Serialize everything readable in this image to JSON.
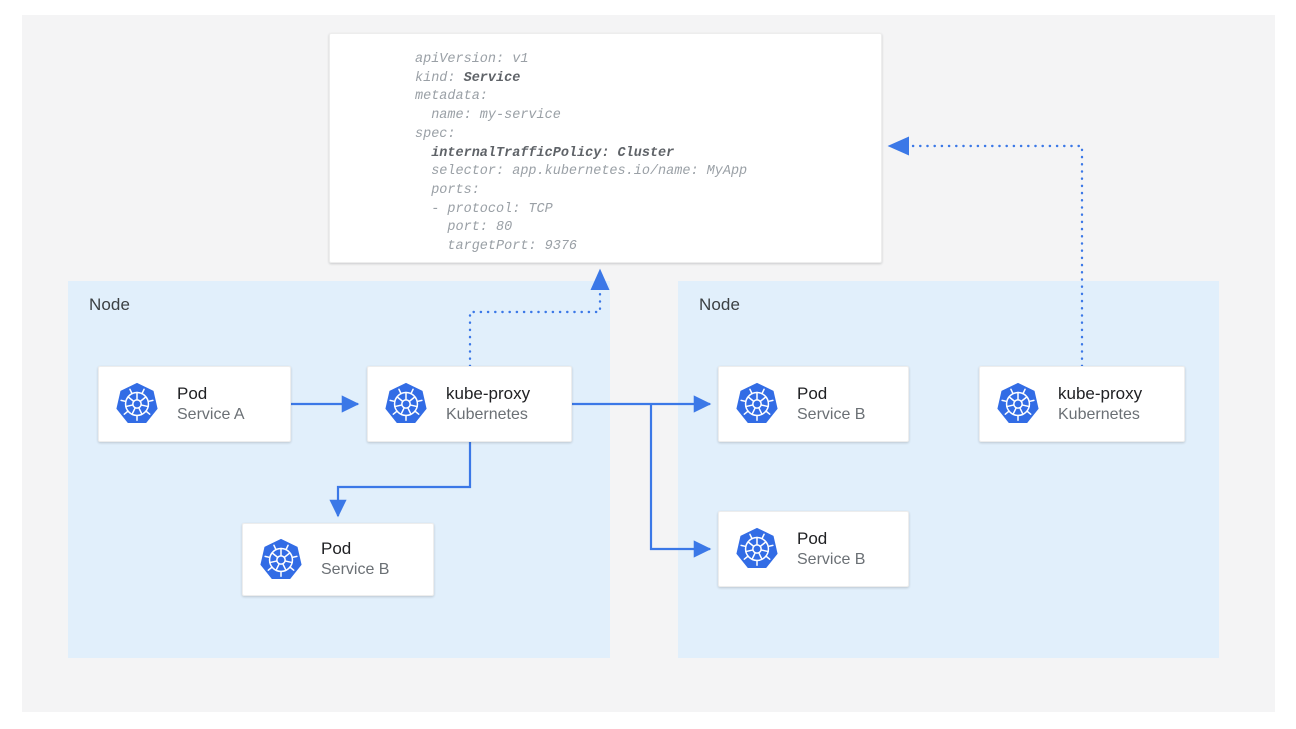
{
  "colors": {
    "page_background": "#ffffff",
    "panel_background": "#f4f4f5",
    "node_background": "#e1effb",
    "card_background": "#ffffff",
    "accent_blue": "#3b78e7",
    "k8s_logo_blue": "#326ce5",
    "title_text": "#202124",
    "sub_text": "#6b7075",
    "code_text": "#9aa0a6",
    "code_bold_text": "#5f6368"
  },
  "spec": {
    "name": "service-yaml-spec",
    "lines": [
      {
        "text": "apiVersion: v1",
        "bold": false
      },
      {
        "text": "kind: ",
        "bold_text": "Service"
      },
      {
        "text": "metadata:",
        "bold": false
      },
      {
        "text": "  name: my-service",
        "bold": false
      },
      {
        "text": "spec:",
        "bold": false
      },
      {
        "text": "",
        "bold_text": "  internalTrafficPolicy: Cluster"
      },
      {
        "text": "  selector: app.kubernetes.io/name: MyApp",
        "bold": false
      },
      {
        "text": "  ports:",
        "bold": false
      },
      {
        "text": "  - protocol: TCP",
        "bold": false
      },
      {
        "text": "    port: 80",
        "bold": false
      },
      {
        "text": "    targetPort: 9376",
        "bold": false
      }
    ],
    "raw": "apiVersion: v1\nkind: Service\nmetadata:\n  name: my-service\nspec:\n  internalTrafficPolicy: Cluster\n  selector: app.kubernetes.io/name: MyApp\n  ports:\n  - protocol: TCP\n    port: 80\n    targetPort: 9376"
  },
  "nodes": [
    {
      "label": "Node",
      "side": "left"
    },
    {
      "label": "Node",
      "side": "right"
    }
  ],
  "cards": {
    "pod_a": {
      "title": "Pod",
      "sub": "Service A",
      "icon": "kubernetes-icon"
    },
    "kube_left": {
      "title": "kube-proxy",
      "sub": "Kubernetes",
      "icon": "kubernetes-icon"
    },
    "pod_b_left": {
      "title": "Pod",
      "sub": "Service B",
      "icon": "kubernetes-icon"
    },
    "pod_b_r1": {
      "title": "Pod",
      "sub": "Service B",
      "icon": "kubernetes-icon"
    },
    "pod_b_r2": {
      "title": "Pod",
      "sub": "Service B",
      "icon": "kubernetes-icon"
    },
    "kube_right": {
      "title": "kube-proxy",
      "sub": "Kubernetes",
      "icon": "kubernetes-icon"
    }
  },
  "connectors": [
    {
      "name": "pod-a-to-kube-proxy",
      "style": "solid",
      "from": "pod_a",
      "to": "kube_left"
    },
    {
      "name": "kube-proxy-to-local-pod-b",
      "style": "solid",
      "from": "kube_left",
      "to": "pod_b_left"
    },
    {
      "name": "kube-proxy-to-remote-pod-b-1",
      "style": "solid",
      "from": "kube_left",
      "to": "pod_b_r1"
    },
    {
      "name": "kube-proxy-to-remote-pod-b-2",
      "style": "solid",
      "from": "kube_left",
      "to": "pod_b_r2"
    },
    {
      "name": "kube-proxy-left-to-spec",
      "style": "dotted",
      "from": "kube_left",
      "to": "spec"
    },
    {
      "name": "kube-proxy-right-to-spec",
      "style": "dotted",
      "from": "kube_right",
      "to": "spec"
    }
  ]
}
